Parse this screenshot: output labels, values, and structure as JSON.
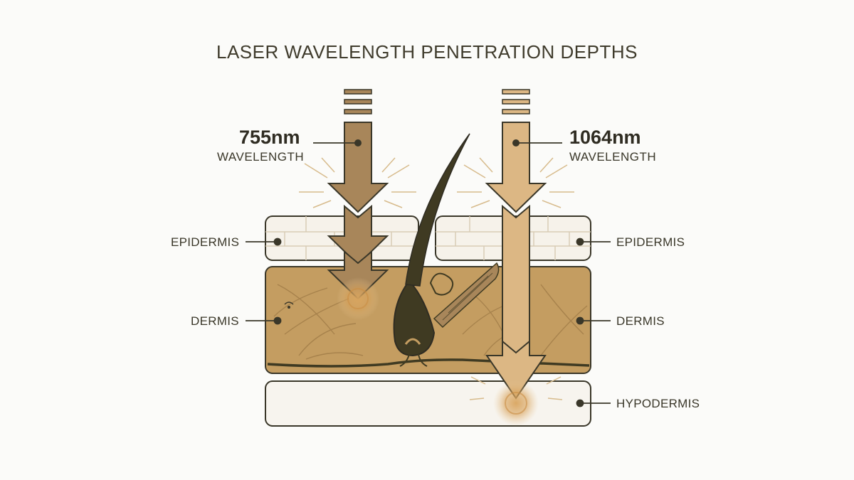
{
  "title": "LASER WAVELENGTH PENETRATION DEPTHS",
  "lasers": [
    {
      "value": "755nm",
      "word": "WAVELENGTH",
      "depth_layer": "DERMIS"
    },
    {
      "value": "1064nm",
      "word": "WAVELENGTH",
      "depth_layer": "HYPODERMIS"
    }
  ],
  "layers": {
    "left": [
      "EPIDERMIS",
      "DERMIS"
    ],
    "right": [
      "EPIDERMIS",
      "DERMIS",
      "HYPODERMIS"
    ]
  },
  "colors": {
    "background": "#fbfbf9",
    "epidermis": "#f6f2ea",
    "dermis": "#c49d61",
    "hypodermis": "#f7f4ee",
    "laser_755": "#a8865a",
    "laser_1064": "#dcb784",
    "hair": "#3f3a22",
    "outline": "#3a3729"
  },
  "icons": [
    "hair-follicle-icon",
    "laser-arrow-icon",
    "absorption-glow-icon"
  ]
}
